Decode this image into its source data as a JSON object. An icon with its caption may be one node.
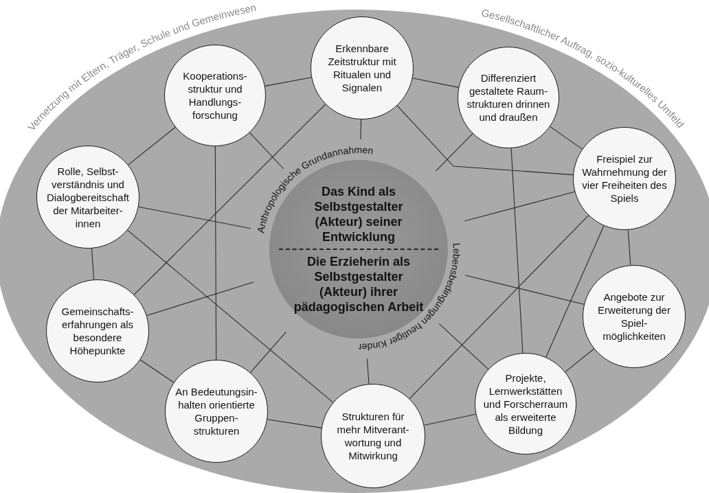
{
  "diagram": {
    "nodes": [
      {
        "text": [
          "Das Kind als Selbstgestalter (Akteur) seiner Entwicklung",
          "Die Erzieherin als Selbstgestalter (Akteur) ihrer pädagogischen Arbeit"
        ]
      },
      {
        "text": [
          "Kooperations- struktur und Handlungs- forschung"
        ]
      },
      {
        "text": [
          "Erkennbare Zeitstruktur mit Ritualen und Signalen"
        ]
      },
      {
        "text": [
          "Differenziert gestaltete Raum- strukturen drinnen und draußen"
        ]
      },
      {
        "text": [
          "Freispiel zur Wahrnehmung der vier Freiheiten des Spiels"
        ]
      },
      {
        "text": [
          "Angebote zur Erweiterung der Spiel- möglichkeiten"
        ]
      },
      {
        "text": [
          "Projekte, Lernwerkstätten und Forscherraum als erweiterte Bildung"
        ]
      },
      {
        "text": [
          "Strukturen für mehr Mitverant- wortung und Mitwirkung"
        ]
      },
      {
        "text": [
          "An Bedeutungsin- halten orientierte Gruppen- strukturen"
        ]
      },
      {
        "text": [
          "Gemeinschafts- erfahrungen als besondere Höhepunkte"
        ]
      },
      {
        "text": [
          "Rolle, Selbst- verständnis und Dialogbereitschaft der Mitarbeiter- innen"
        ]
      }
    ],
    "edges": [
      {
        "from": 10,
        "to": 1,
        "arrow": "none"
      },
      {
        "from": 1,
        "to": 2,
        "arrow": "none"
      },
      {
        "from": 2,
        "to": 3,
        "arrow": "none"
      },
      {
        "from": 3,
        "to": 4,
        "arrow": "none"
      },
      {
        "from": 4,
        "to": 5,
        "arrow": "none"
      },
      {
        "from": 5,
        "to": 6,
        "arrow": "none"
      },
      {
        "from": 6,
        "to": 7,
        "arrow": "none"
      },
      {
        "from": 7,
        "to": 8,
        "arrow": "none"
      },
      {
        "from": 8,
        "to": 9,
        "arrow": "none"
      },
      {
        "from": 9,
        "to": 10,
        "arrow": "none"
      },
      {
        "from": 1,
        "to": 8,
        "arrow": "none"
      },
      {
        "from": 10,
        "to": 7,
        "arrow": "none"
      },
      {
        "from": 2,
        "to": 9,
        "arrow": "none"
      },
      {
        "from": 2,
        "to": 4,
        "arrow": "none"
      },
      {
        "from": 3,
        "to": 6,
        "arrow": "none"
      },
      {
        "from": 4,
        "to": 7,
        "arrow": "none"
      },
      {
        "from": 4,
        "to": 6,
        "arrow": "none"
      },
      {
        "from": 1,
        "to": 0,
        "arrow": "none"
      },
      {
        "from": 2,
        "to": 0,
        "arrow": "none"
      },
      {
        "from": 3,
        "to": 0,
        "arrow": "none"
      },
      {
        "from": 4,
        "to": 0,
        "arrow": "none"
      },
      {
        "from": 5,
        "to": 0,
        "arrow": "none"
      },
      {
        "from": 6,
        "to": 0,
        "arrow": "none"
      },
      {
        "from": 7,
        "to": 0,
        "arrow": "none"
      },
      {
        "from": 8,
        "to": 0,
        "arrow": "none"
      },
      {
        "from": 9,
        "to": 0,
        "arrow": "none"
      },
      {
        "from": 10,
        "to": 0,
        "arrow": "none"
      }
    ],
    "labels": [
      "Vernetzung mit Eltern, Träger, Schule und Gemeinwesen",
      "Gesellschaftlicher Auftrag, sozio-kulturelles Umfeld",
      "Anthropologische Grundannahmen",
      "Lebensbedingungen heutiger Kinder"
    ]
  }
}
